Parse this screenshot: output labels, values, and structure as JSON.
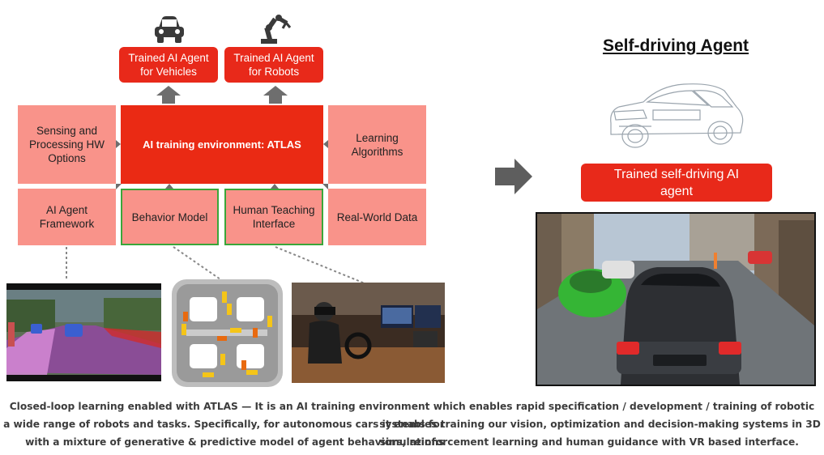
{
  "agents": {
    "vehicles": "Trained AI Agent for Vehicles",
    "robots": "Trained AI Agent for Robots"
  },
  "boxes": {
    "sensing": "Sensing and Processing HW Options",
    "atlas": "AI training environment: ATLAS",
    "learning": "Learning Algorithms",
    "framework": "AI Agent Framework",
    "behavior": "Behavior Model",
    "teaching": "Human Teaching Interface",
    "realworld": "Real-World Data"
  },
  "right": {
    "title": "Self-driving Agent",
    "trained": "Trained self-driving AI agent"
  },
  "caption": {
    "line1": "Closed-loop learning enabled with ATLAS — It is an AI training environment which enables rapid specification / development / training of robotic systems for",
    "line2": "a wide range of robots and tasks. Specifically, for autonomous cars it enables training our vision, optimization and decision-making systems in 3D simulations",
    "line3": "with a mixture of generative & predictive model of agent behaviors, reinforcement learning and human guidance with VR based interface."
  },
  "colors": {
    "pink": "#f9938a",
    "red": "#ea2a14",
    "green_border": "#3aa63a",
    "arrow": "#6e6e6e"
  },
  "icons": [
    "car-icon",
    "robot-arm-icon",
    "right-arrow-icon"
  ]
}
